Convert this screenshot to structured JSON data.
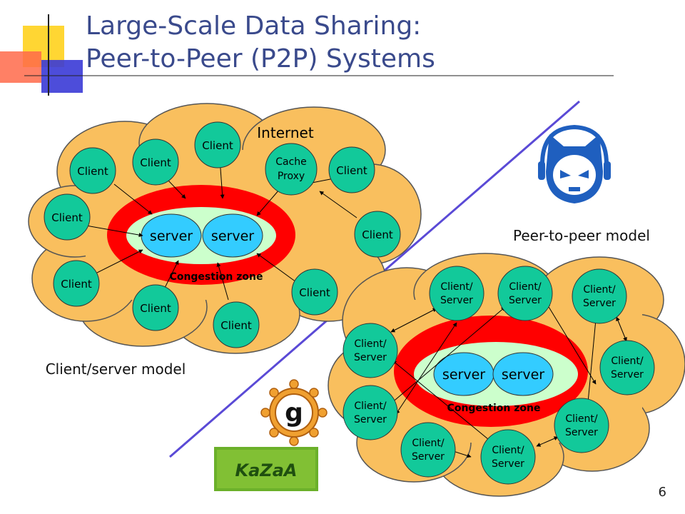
{
  "title": {
    "line1": "Large-Scale Data Sharing:",
    "line2": "Peer-to-Peer (P2P) Systems"
  },
  "client_server": {
    "cloud_label": "Internet",
    "model_label": "Client/server model",
    "servers": [
      "server",
      "server"
    ],
    "congestion_label": "Congestion zone",
    "cache_proxy": [
      "Cache",
      "Proxy"
    ],
    "client_label": "Client"
  },
  "p2p": {
    "model_label": "Peer-to-peer model",
    "servers": [
      "server",
      "server"
    ],
    "congestion_label": "Congestion zone",
    "node_label": [
      "Client/",
      "Server"
    ]
  },
  "logos": {
    "napster": "napster-logo",
    "gnutella": "g",
    "kazaa": "KaZaA"
  },
  "colors": {
    "cloud": "#f9bf5e",
    "node": "#12c99a",
    "congestion": "#ff0000",
    "server_zone": "#ccffcc",
    "server": "#33ccff",
    "divider": "#5a4ad6",
    "title": "#3a4a8c"
  },
  "slide_number": "6"
}
